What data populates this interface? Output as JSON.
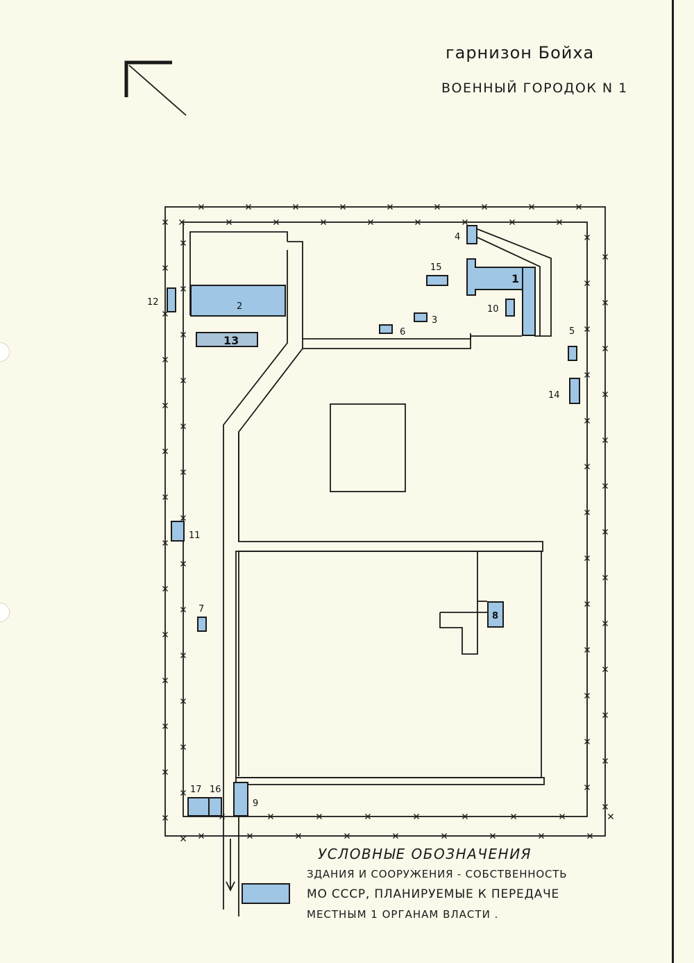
{
  "title": {
    "garrison": "гарнизон Бойха",
    "town": "Военный городок N 1"
  },
  "legend": {
    "heading": "Условные обозначения",
    "line1": "здания и сооружения - собственность",
    "line2": "МО СССР, планируемые к передаче",
    "line3": "местным 1 органам власти .",
    "swatch_color": "#9fc6e4"
  },
  "buildings": [
    {
      "id": "1",
      "label": "1"
    },
    {
      "id": "2",
      "label": "2"
    },
    {
      "id": "3",
      "label": "3"
    },
    {
      "id": "4",
      "label": "4"
    },
    {
      "id": "5",
      "label": "5"
    },
    {
      "id": "6",
      "label": "6"
    },
    {
      "id": "7",
      "label": "7"
    },
    {
      "id": "8",
      "label": "8"
    },
    {
      "id": "9",
      "label": "9"
    },
    {
      "id": "10",
      "label": "10"
    },
    {
      "id": "11",
      "label": "11"
    },
    {
      "id": "12",
      "label": "12"
    },
    {
      "id": "13",
      "label": "13"
    },
    {
      "id": "14",
      "label": "14"
    },
    {
      "id": "15",
      "label": "15"
    },
    {
      "id": "16",
      "label": "16"
    },
    {
      "id": "17",
      "label": "17"
    }
  ],
  "colors": {
    "building_fill": "#9fc6e4",
    "ink": "#1a1a1a",
    "paper": "#fbf9ea"
  },
  "icons": {
    "north_arrow": "north-arrow-icon",
    "road_exit": "arrow-down-icon"
  }
}
